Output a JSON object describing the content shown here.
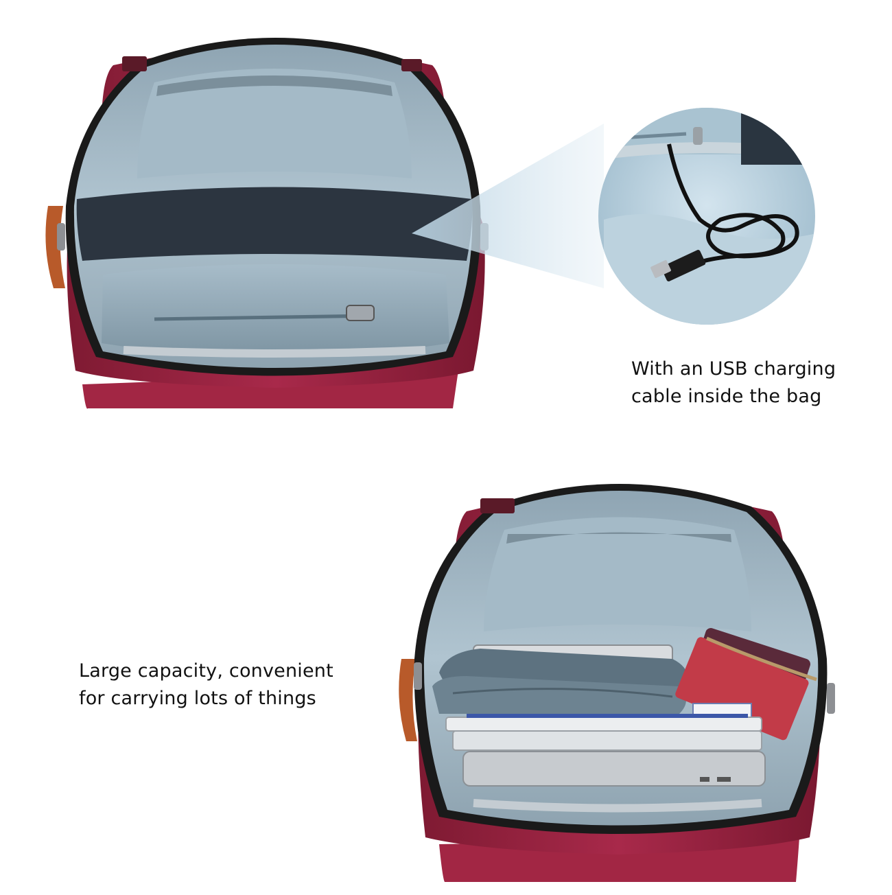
{
  "captions": {
    "usb": {
      "line1": "With an USB charging",
      "line2": "cable inside the bag"
    },
    "capacity": {
      "line1": "Large capacity, convenient",
      "line2": "for carrying lots of things"
    }
  },
  "colors": {
    "bag_fabric": "#a0213f",
    "bag_fabric_dark": "#6e1429",
    "lining": "#9fb6c4",
    "lining_dark": "#6f8796",
    "zipper": "#1a1a1a",
    "leather_tab": "#b85a2a",
    "text": "#111111",
    "background": "#ffffff"
  }
}
